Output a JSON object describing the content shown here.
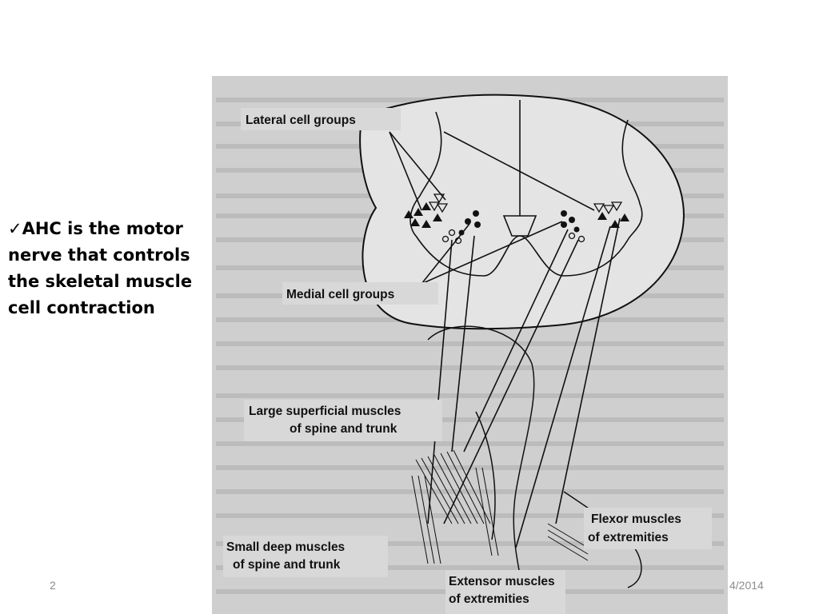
{
  "bullet": {
    "check_icon": "✓",
    "lines": [
      "AHC is the motor",
      "nerve that controls",
      "the  skeletal muscle",
      "cell contraction"
    ]
  },
  "diagram": {
    "labels": {
      "lateral": "Lateral cell groups",
      "medial": "Medial cell groups",
      "large_1": "Large superficial muscles",
      "large_2": "of spine and trunk",
      "flexor_1": "Flexor muscles",
      "flexor_2": "of extremities",
      "small_1": "Small deep muscles",
      "small_2": "of spine and trunk",
      "extensor_1": "Extensor muscles",
      "extensor_2": "of extremities"
    }
  },
  "footer": {
    "slide_number": "2",
    "date": "4/2014"
  },
  "colors": {
    "background": "#ffffff",
    "figure_background": "#cfcfcf",
    "ink": "#111111",
    "footer_text": "#8c8c8c"
  }
}
